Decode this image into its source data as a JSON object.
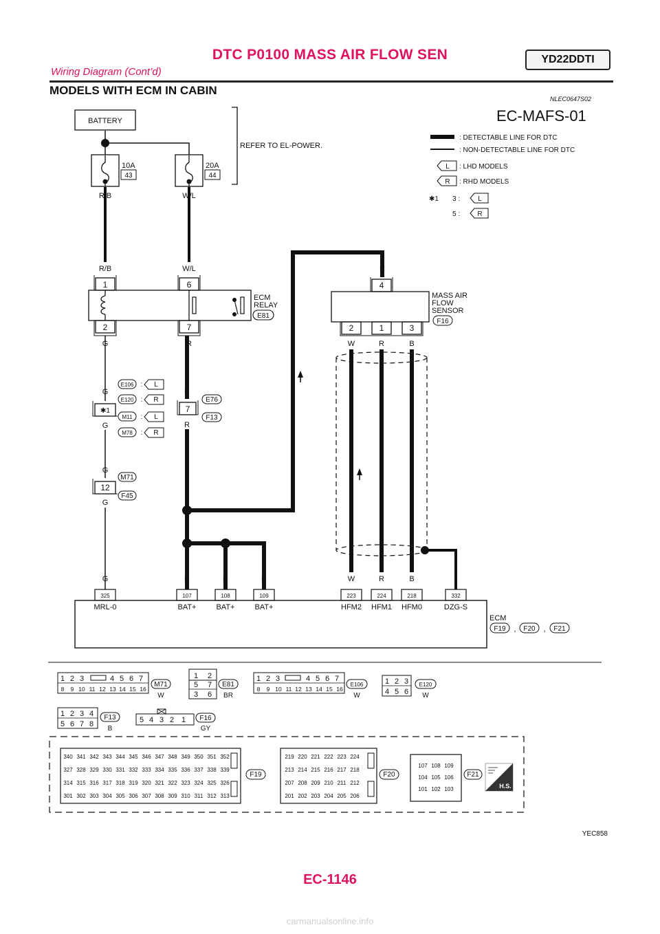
{
  "header": {
    "title": "DTC P0100 MASS AIR FLOW SEN",
    "subtitle": "Wiring Diagram (Cont’d)",
    "engine_badge": "YD22DDTI",
    "page_number": "EC-1146",
    "watermark": "carmanualsonline.info"
  },
  "section": {
    "title": "MODELS WITH ECM IN CABIN",
    "code": "NLEC0647S02"
  },
  "diagram": {
    "id": "EC-MAFS-01",
    "image_ref": "YEC858",
    "refer_text": "REFER TO EL-POWER.",
    "battery": "BATTERY",
    "fuse_10a": {
      "amp": "10A",
      "num": "43"
    },
    "fuse_20a": {
      "amp": "20A",
      "num": "44"
    },
    "wire_colors": {
      "rb": "R/B",
      "wl": "W/L",
      "g": "G",
      "r": "R",
      "w": "W",
      "b": "B"
    },
    "legend": {
      "detectable": ": DETECTABLE LINE FOR DTC",
      "non_detectable": ": NON-DETECTABLE LINE FOR DTC",
      "l_code": "L",
      "r_code": "R",
      "lhd": ": LHD MODELS",
      "rhd": ": RHD MODELS",
      "star1": "✱1",
      "star1_a": "3 :",
      "star1_b": "5 :"
    },
    "ecm_relay": {
      "lines": [
        "ECM",
        "RELAY"
      ],
      "connector": "E81",
      "pins": [
        "1",
        "6",
        "2",
        "7"
      ]
    },
    "maf_sensor": {
      "lines": [
        "MASS AIR",
        "FLOW",
        "SENSOR"
      ],
      "connector": "F16",
      "pins": [
        "4",
        "2",
        "1",
        "3"
      ]
    },
    "joints": {
      "left_codes": [
        "E106",
        "E120",
        "M11",
        "M78"
      ],
      "left_sel": [
        "L",
        "R",
        "L",
        "R"
      ],
      "mid_pin": "7",
      "mid_codes": [
        "E76",
        "F13"
      ],
      "star_label": "✱1",
      "colon": ":",
      "g12_pin": "12",
      "g12_codes": [
        "M71",
        "F45"
      ]
    },
    "ecm": {
      "label": "ECM",
      "connectors": [
        "F19",
        "F20",
        "F21"
      ],
      "sep": ",",
      "pins": [
        "325",
        "107",
        "108",
        "109",
        "223",
        "224",
        "218",
        "332"
      ],
      "terms": [
        "MRL-0",
        "BAT+",
        "BAT+",
        "BAT+",
        "HFM2",
        "HFM1",
        "HFM0",
        "DZG-S"
      ]
    },
    "connector_faces": {
      "m71": {
        "name": "M71",
        "color": "W",
        "row1": [
          "1",
          "2",
          "3",
          "4",
          "5",
          "6",
          "7"
        ],
        "row2": [
          "8",
          "9",
          "10",
          "11",
          "12",
          "13",
          "14",
          "15",
          "16"
        ]
      },
      "e81": {
        "name": "E81",
        "color": "BR",
        "row1": [
          "1",
          "2"
        ],
        "row2": [
          "5",
          "7"
        ],
        "row3": [
          "3",
          "6"
        ]
      },
      "e106": {
        "name": "E106",
        "color": "W",
        "row1": [
          "1",
          "2",
          "3",
          "4",
          "5",
          "6",
          "7"
        ],
        "row2": [
          "8",
          "9",
          "10",
          "11",
          "12",
          "13",
          "14",
          "15",
          "16"
        ]
      },
      "e120": {
        "name": "E120",
        "color": "W",
        "row1": [
          "1",
          "2",
          "3"
        ],
        "row2": [
          "4",
          "5",
          "6"
        ]
      },
      "f13": {
        "name": "F13",
        "color": "B",
        "row1": [
          "1",
          "2",
          "3",
          "4"
        ],
        "row2": [
          "5",
          "6",
          "7",
          "8"
        ]
      },
      "f16": {
        "name": "F16",
        "color": "GY",
        "row1": [
          "5",
          "4",
          "3",
          "2",
          "1"
        ]
      },
      "f19": {
        "name": "F19",
        "rows": [
          [
            "340",
            "341",
            "342",
            "343",
            "344",
            "345",
            "346",
            "347",
            "348",
            "349",
            "350",
            "351",
            "352"
          ],
          [
            "327",
            "328",
            "329",
            "330",
            "331",
            "332",
            "333",
            "334",
            "335",
            "336",
            "337",
            "338",
            "339"
          ],
          [
            "314",
            "315",
            "316",
            "317",
            "318",
            "319",
            "320",
            "321",
            "322",
            "323",
            "324",
            "325",
            "326"
          ],
          [
            "301",
            "302",
            "303",
            "304",
            "305",
            "306",
            "307",
            "308",
            "309",
            "310",
            "311",
            "312",
            "313"
          ]
        ]
      },
      "f20": {
        "name": "F20",
        "rows": [
          [
            "219",
            "220",
            "221",
            "222",
            "223",
            "224"
          ],
          [
            "213",
            "214",
            "215",
            "216",
            "217",
            "218"
          ],
          [
            "207",
            "208",
            "209",
            "210",
            "211",
            "212"
          ],
          [
            "201",
            "202",
            "203",
            "204",
            "205",
            "206"
          ]
        ]
      },
      "f21": {
        "name": "F21",
        "rows": [
          [
            "107",
            "108",
            "109"
          ],
          [
            "104",
            "105",
            "106"
          ],
          [
            "101",
            "102",
            "103"
          ]
        ]
      },
      "hs": "H.S."
    }
  }
}
